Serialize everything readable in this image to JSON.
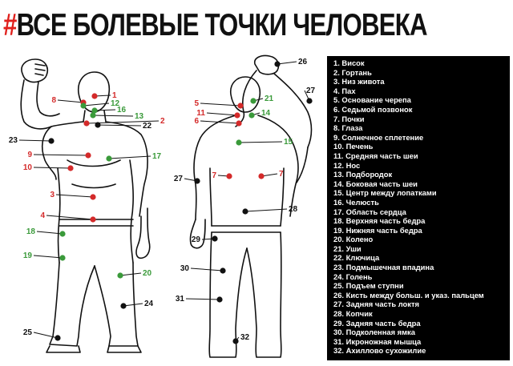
{
  "title": {
    "hash": "#",
    "text": "ВСЕ БОЛЕВЫЕ ТОЧКИ ЧЕЛОВЕКА"
  },
  "legend": [
    "1.  Висок",
    "2.  Гортань",
    "3.  Низ живота",
    "4.  Пах",
    "5.  Основание черепа",
    "6.  Седьмой позвонок",
    "7.  Почки",
    "8.  Глаза",
    "9.  Солнечное сплетение",
    "10. Печень",
    "11. Средняя часть шеи",
    "12. Нос",
    "13. Подбородок",
    "14. Боковая часть шеи",
    "15. Центр между лопатками",
    "16. Челюсть",
    "17. Область сердца",
    "18. Верхняя часть бедра",
    "19. Нижняя часть бедра",
    "20. Колено",
    "21. Уши",
    "22. Ключица",
    "23. Подмышечная впадина",
    "24. Голень",
    "25. Подъем ступни",
    "26. Кисть между больш. и указ. пальцем",
    "27. Задняя часть локтя",
    "28. Копчик",
    "29. Задняя часть бедра",
    "30. Подколенная ямка",
    "31. Икроножная мышца",
    "32. Ахиллово сухожилие"
  ],
  "colors": {
    "red": "#d42a2a",
    "green": "#3a9a3a",
    "olive": "#8a7a2a",
    "black": "#111111"
  },
  "points": [
    {
      "n": "1",
      "color": "red"
    },
    {
      "n": "8",
      "color": "red"
    },
    {
      "n": "12",
      "color": "green"
    },
    {
      "n": "16",
      "color": "green"
    },
    {
      "n": "13",
      "color": "green"
    },
    {
      "n": "2",
      "color": "red"
    },
    {
      "n": "22",
      "color": "black"
    },
    {
      "n": "23",
      "color": "black"
    },
    {
      "n": "9",
      "color": "red"
    },
    {
      "n": "17",
      "color": "green"
    },
    {
      "n": "10",
      "color": "red"
    },
    {
      "n": "3",
      "color": "red"
    },
    {
      "n": "4",
      "color": "red"
    },
    {
      "n": "18",
      "color": "green"
    },
    {
      "n": "19",
      "color": "green"
    },
    {
      "n": "20",
      "color": "green"
    },
    {
      "n": "24",
      "color": "black"
    },
    {
      "n": "25",
      "color": "black"
    },
    {
      "n": "26",
      "color": "black"
    },
    {
      "n": "27",
      "color": "black"
    },
    {
      "n": "5",
      "color": "red"
    },
    {
      "n": "21",
      "color": "green"
    },
    {
      "n": "11",
      "color": "red"
    },
    {
      "n": "14",
      "color": "green"
    },
    {
      "n": "6",
      "color": "red"
    },
    {
      "n": "15",
      "color": "green"
    },
    {
      "n": "7",
      "color": "red"
    },
    {
      "n": "7",
      "color": "red"
    },
    {
      "n": "27",
      "color": "black"
    },
    {
      "n": "28",
      "color": "black"
    },
    {
      "n": "29",
      "color": "black"
    },
    {
      "n": "30",
      "color": "black"
    },
    {
      "n": "31",
      "color": "black"
    },
    {
      "n": "32",
      "color": "black"
    }
  ]
}
